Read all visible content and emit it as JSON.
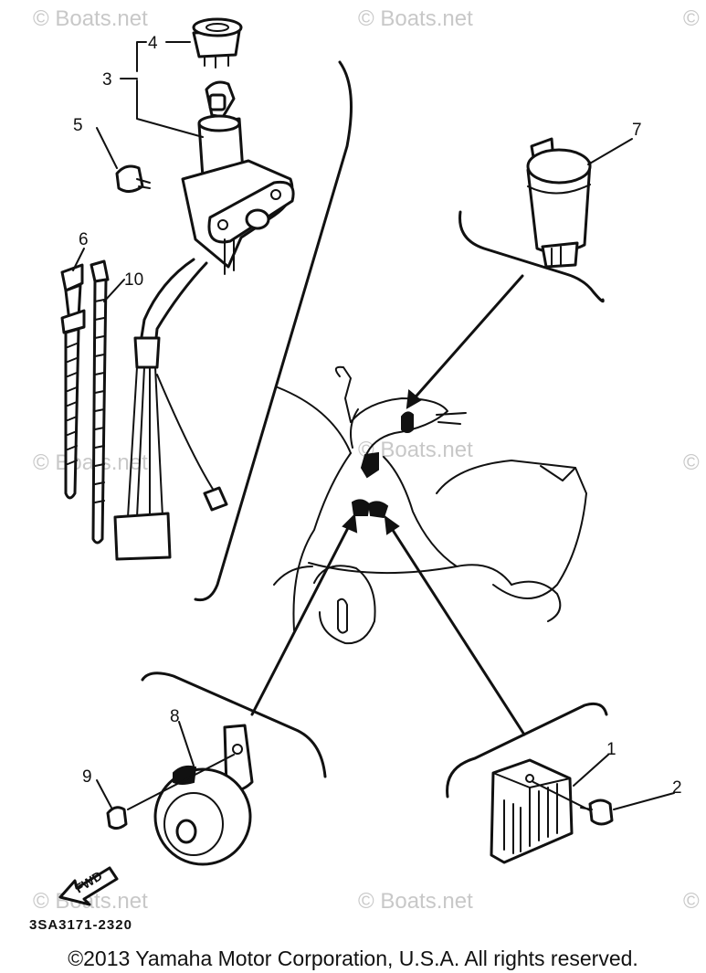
{
  "watermark_text": "© Boats.net",
  "diagram_code": "3SA3171-2320",
  "fwd_label": "FWD",
  "copyright": "©2013 Yamaha Motor Corporation, U.S.A. All rights reserved.",
  "callouts": {
    "c1": "1",
    "c2": "2",
    "c3": "3",
    "c4": "4",
    "c5": "5",
    "c6": "6",
    "c7": "7",
    "c8": "8",
    "c9": "9",
    "c10": "10"
  }
}
